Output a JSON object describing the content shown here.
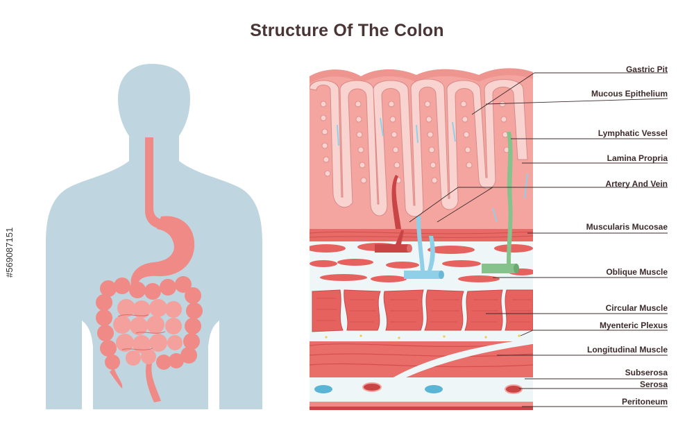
{
  "title": "Structure Of The Colon",
  "stock_id": "#569087151",
  "labels": [
    "Gastric Pit",
    "Mucous Epithelium",
    "Lymphatic Vessel",
    "Lamina Propria",
    "Artery And Vein",
    "Muscularis Mucosae",
    "Oblique Muscle",
    "Circular Muscle",
    "Myenteric Plexus",
    "Longitudinal Muscle",
    "Subserosa",
    "Serosa",
    "Peritoneum"
  ],
  "colors": {
    "silhouette": "#bfd6e1",
    "organ": "#f08a86",
    "organ_dark": "#e06d6b",
    "mucosa": "#f4a5a0",
    "mucosa_dark": "#ea8580",
    "muscle": "#e5625f",
    "connective": "#e9f3f6",
    "artery": "#c94545",
    "vein": "#8fd0e8",
    "lymph": "#86c28b",
    "text": "#3c2a2a"
  }
}
